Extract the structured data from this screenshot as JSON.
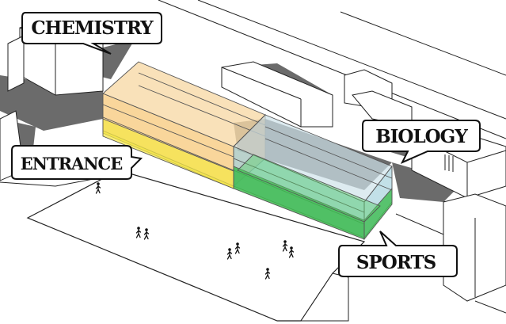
{
  "labels": {
    "chemistry": "CHEMISTRY",
    "biology": "BIOLOGY",
    "entrance": "ENTRANCE",
    "sports": "SPORTS"
  },
  "colors": {
    "background": "#ffffff",
    "line": "#222222",
    "shadow": "#6b6b6b",
    "orange": "#f5b858",
    "yellow": "#f4e64a",
    "blue": "#8fc7d6",
    "green": "#3dbb4f"
  },
  "icons": [
    "pedestrian-icon"
  ]
}
